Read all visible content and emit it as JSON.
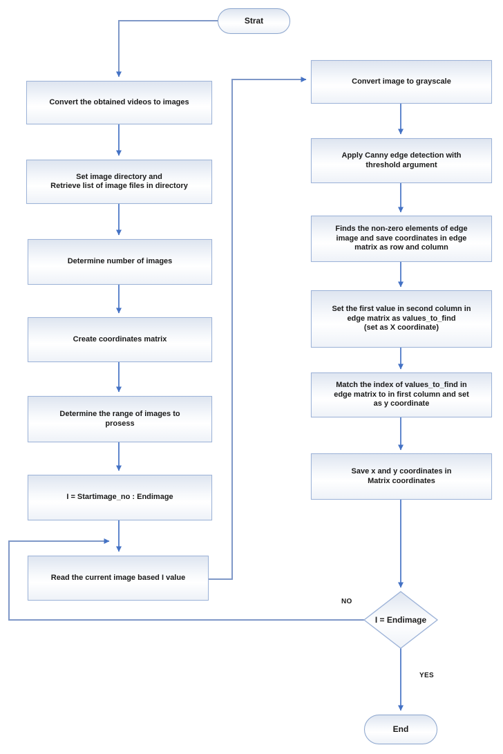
{
  "flowchart": {
    "start": {
      "label": "Strat"
    },
    "end": {
      "label": "End"
    },
    "decision": {
      "label": "I = Endimage"
    },
    "branch_labels": {
      "no": "NO",
      "yes": "YES"
    },
    "left_steps": [
      {
        "label": "Convert the obtained videos to images"
      },
      {
        "label": "Set image directory and\nRetrieve list of image files in directory"
      },
      {
        "label": "Determine number of images"
      },
      {
        "label": "Create coordinates matrix"
      },
      {
        "label": "Determine the range of images to\nprosess"
      },
      {
        "label": "I = Startimage_no : Endimage"
      },
      {
        "label": "Read the current image based I value"
      }
    ],
    "right_steps": [
      {
        "label": "Convert image to grayscale"
      },
      {
        "label": "Apply Canny edge detection with\nthreshold argument"
      },
      {
        "label": "Finds the non-zero elements  of edge\nimage and save coordinates in edge\nmatrix as row and  column"
      },
      {
        "label": "Set the first  value in second column in\nedge matrix as values_to_find\n(set as X coordinate)"
      },
      {
        "label": "Match the index of  values_to_find  in\nedge matrix to in first column and set\nas y coordinate"
      },
      {
        "label": "Save x and y coordinates in\nMatrix coordinates"
      }
    ],
    "colors": {
      "connector": "#4472C4",
      "connector_muted": "#7E97C7",
      "node_border": "#9DB3D8",
      "node_fill_top": "#DEE5F0",
      "node_fill_bottom": "#EEF2F8",
      "text": "#1A1A1A"
    }
  }
}
